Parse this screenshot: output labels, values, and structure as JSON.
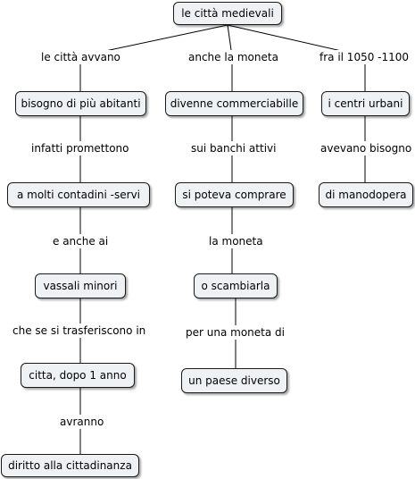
{
  "nodes": {
    "root": "le città medievali",
    "c1n1": "bisogno di più abitanti",
    "c1n2": "a molti contadini -servi",
    "c1n3": "vassali minori",
    "c1n4": "citta, dopo 1 anno",
    "c1n5": "diritto alla cittadinanza",
    "c2n1": "divenne commerciabille",
    "c2n2": "si poteva comprare",
    "c2n3": "o scambiarla",
    "c2n4": "un paese diverso",
    "c3n1": "i centri urbani",
    "c3n2": "di manodopera"
  },
  "links": {
    "root_c1": "le città avvano",
    "root_c2": "anche la moneta",
    "root_c3": "fra il 1050 -1100",
    "c1_12": "infatti promettono",
    "c1_23": "e anche ai",
    "c1_34": "che se si trasferiscono in",
    "c1_45": "avranno",
    "c2_12": "sui banchi attivi",
    "c2_23": "la moneta",
    "c2_34": "per una moneta di",
    "c3_12": "avevano bisogno"
  }
}
